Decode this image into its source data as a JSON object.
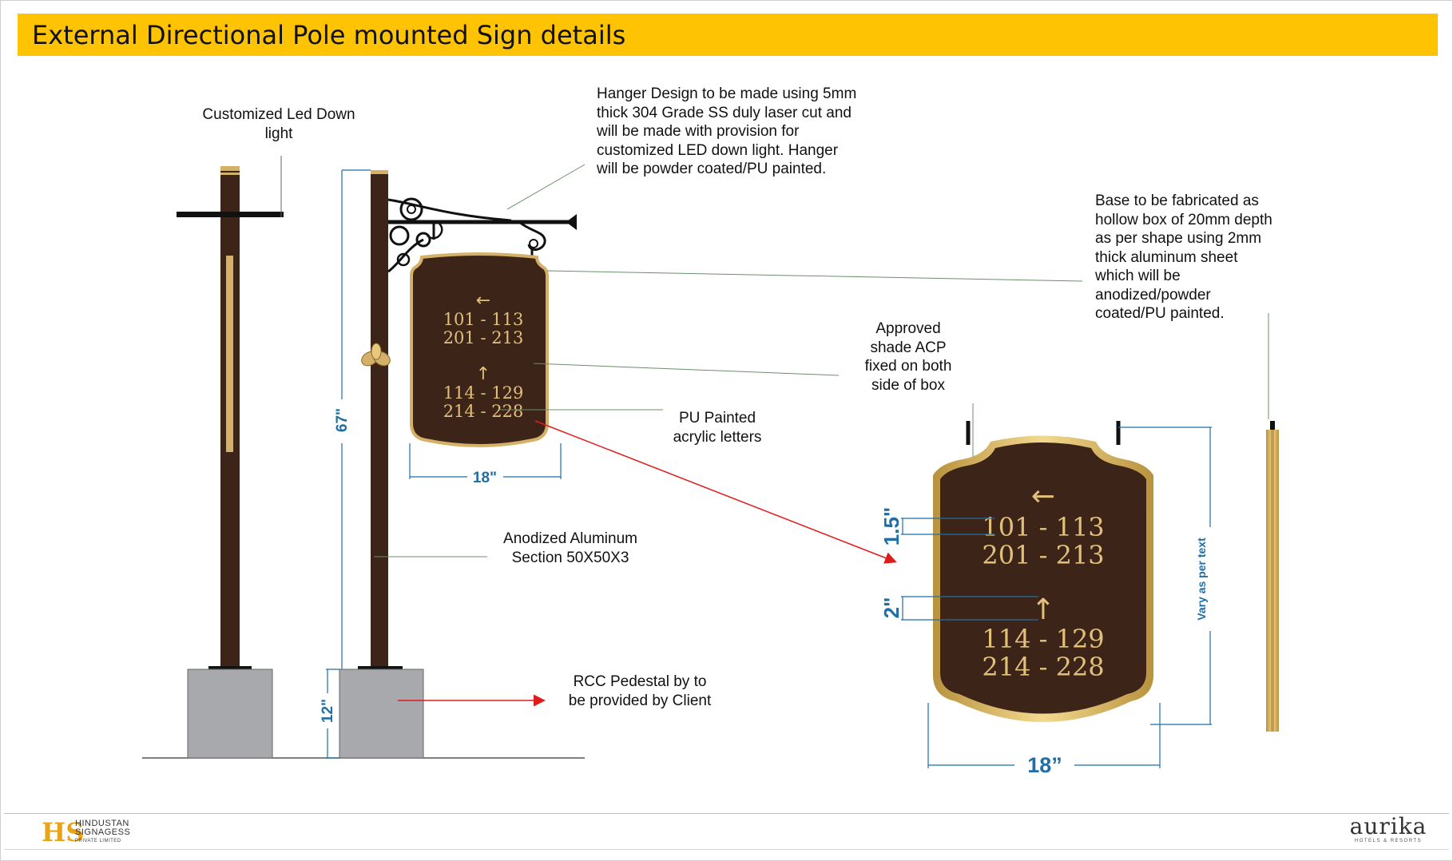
{
  "title": "External Directional Pole mounted Sign details",
  "notes": {
    "led_light": "Customized Led Down\nlight",
    "hanger": "Hanger Design to be made using 5mm\nthick 304 Grade SS duly laser cut and\nwill be made with provision for\ncustomized LED down light. Hanger\nwill be powder coated/PU painted.",
    "base": "Base to be fabricated as\nhollow box of 20mm depth\nas per shape using 2mm\nthick aluminum sheet\nwhich will be\nanodized/powder\ncoated/PU painted.",
    "acp": "Approved\nshade ACP\nfixed on both\nside of box",
    "letters": "PU Painted\nacrylic letters",
    "aluminum": "Anodized Aluminum\nSection 50X50X3",
    "pedestal": "RCC Pedestal by to\nbe provided by Client"
  },
  "dimensions": {
    "pole_height": "67\"",
    "pedestal_height": "12\"",
    "sign_width_small": "18\"",
    "sign_width_large": "18”",
    "line_gap": "1.5\"",
    "group_gap": "2\"",
    "height_note": "Vary as per text"
  },
  "sign": {
    "arrow_left": "←",
    "arrow_up": "↑",
    "group1": [
      "101 - 113",
      "201 - 213"
    ],
    "group2": [
      "114 - 129",
      "214 - 228"
    ]
  },
  "logos": {
    "left_mark": "HS",
    "left_name": "HINDUSTAN\nSIGNAGESS",
    "left_sub": "PRIVATE LIMITED",
    "right_name": "aurika",
    "right_sub": "HOTELS & RESORTS"
  },
  "colors": {
    "title_bar": "#fec303",
    "sign_brown": "#3d2418",
    "gold": "#d4b068",
    "pedestal_gray": "#a7a9ac",
    "dimension_blue": "#1f6ea6",
    "arrow_red": "#e01b1b"
  }
}
